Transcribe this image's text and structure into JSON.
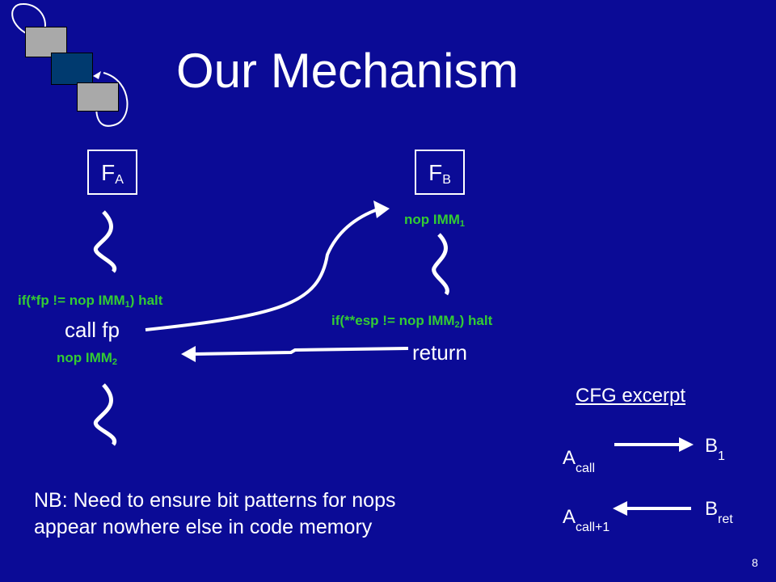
{
  "slide": {
    "title": "Our Mechanism",
    "page_number": "8"
  },
  "logo": {
    "colors": [
      "#a9a9a9",
      "#003a6f",
      "#a9a9a9"
    ]
  },
  "fa": {
    "letter": "F",
    "sub": "A"
  },
  "fb": {
    "letter": "F",
    "sub": "B"
  },
  "code": {
    "check_fp_pre": "if(*fp != nop IMM",
    "check_fp_sub": "1",
    "check_fp_post": ") halt",
    "call_fp": "call fp",
    "nop_imm2_pre": "nop IMM",
    "nop_imm2_sub": "2",
    "nop_imm1_pre": "nop IMM",
    "nop_imm1_sub": "1",
    "check_esp_pre": "if(**esp != nop IMM",
    "check_esp_sub": "2",
    "check_esp_post": ") halt",
    "return": "return"
  },
  "cfg": {
    "title": "CFG excerpt",
    "a_call_letter": "A",
    "a_call_sub": "call",
    "b1_letter": "B",
    "b1_sub": "1",
    "a_call1_letter": "A",
    "a_call1_sub": "call+1",
    "bret_letter": "B",
    "bret_sub": "ret"
  },
  "note": {
    "line1": "NB: Need to ensure bit patterns for nops",
    "line2": "appear nowhere else in code memory"
  },
  "colors": {
    "background": "#0b0b96",
    "highlight_green": "#33cc33"
  }
}
